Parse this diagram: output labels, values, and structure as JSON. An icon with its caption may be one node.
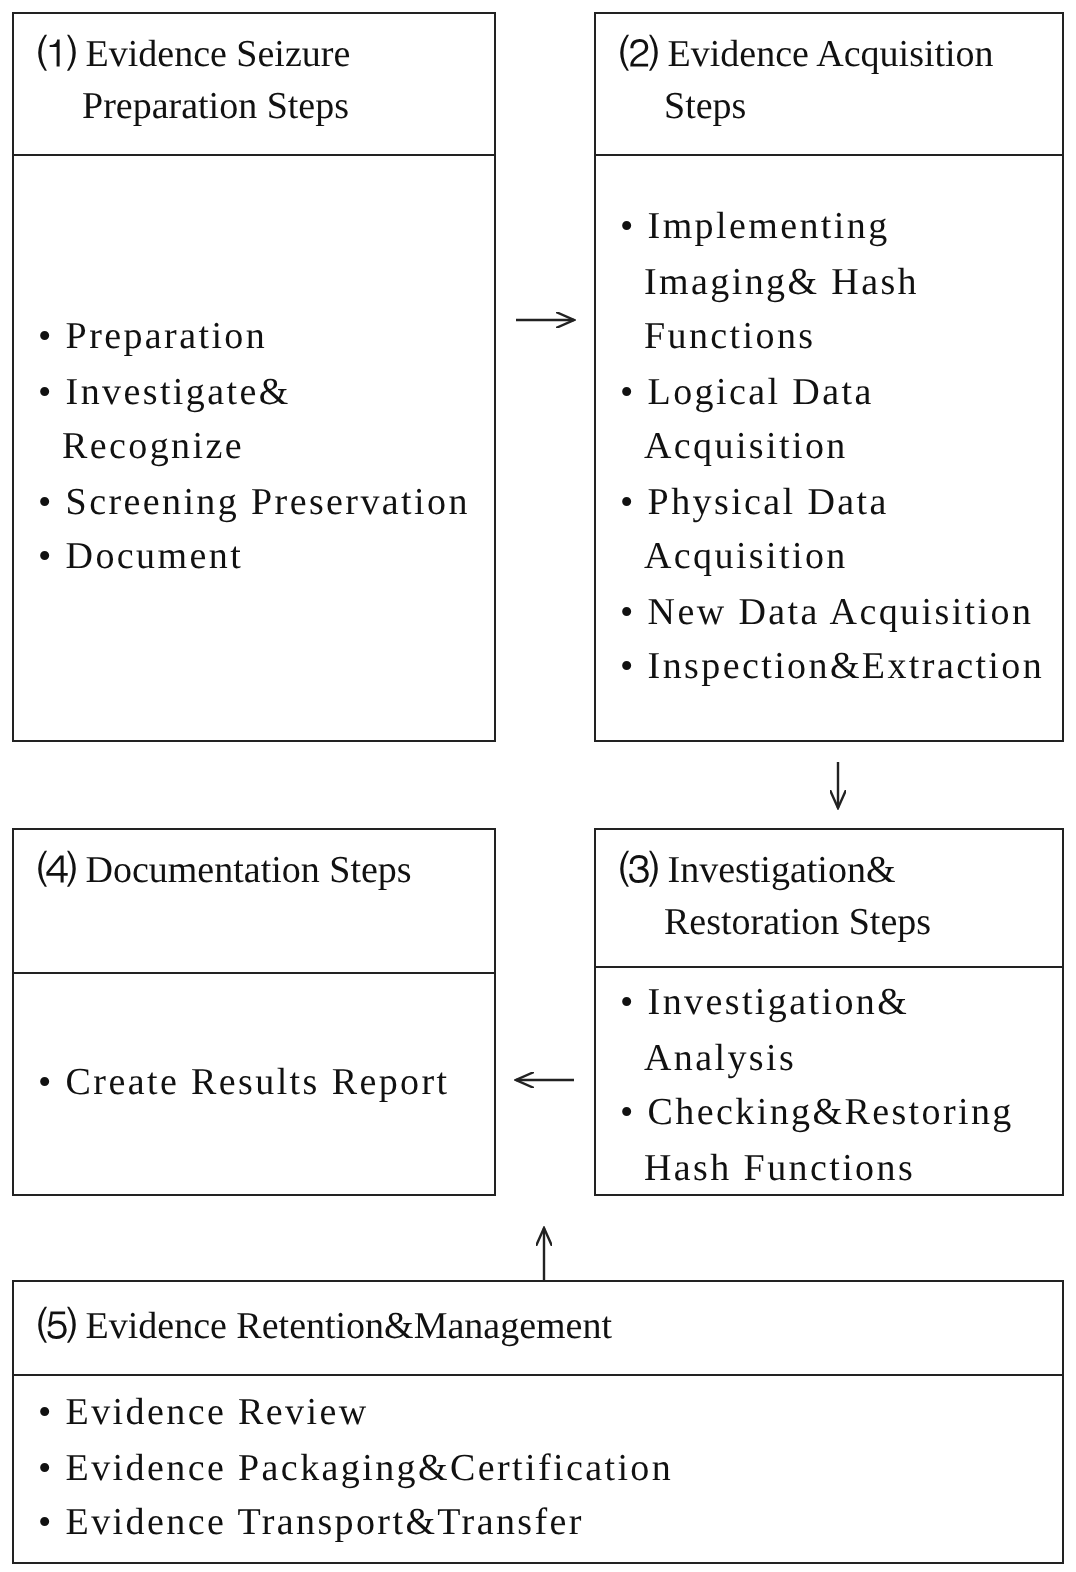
{
  "diagram": {
    "nodes": [
      {
        "text": [
          "⑴ Evidence Seizure Preparation Steps",
          "• Preparation",
          "• Investigate& Recognize",
          "• Screening Preservation",
          "• Document"
        ]
      },
      {
        "text": [
          "⑵ Evidence Acquisition Steps",
          "• Implementing Imaging& Hash Functions",
          "• Logical Data Acquisition",
          "• Physical Data Acquisition",
          "• New Data Acquisition",
          "• Inspection&Extraction"
        ]
      },
      {
        "text": [
          "⑶ Investigation& Restoration Steps",
          "• Investigation& Analysis",
          "• Checking&Restoring Hash Functions"
        ]
      },
      {
        "text": [
          "⑷ Documentation Steps",
          "• Create Results Report"
        ]
      },
      {
        "text": [
          "⑸ Evidence Retention&Management",
          "• Evidence Review",
          "• Evidence Packaging&Certification",
          "• Evidence Transport&Transfer"
        ]
      }
    ],
    "edges": [
      {
        "from": 0,
        "to": 1,
        "arrow": "to"
      },
      {
        "from": 1,
        "to": 2,
        "arrow": "to"
      },
      {
        "from": 2,
        "to": 3,
        "arrow": "to"
      },
      {
        "from": 4,
        "to": null,
        "arrow": "to"
      }
    ]
  }
}
